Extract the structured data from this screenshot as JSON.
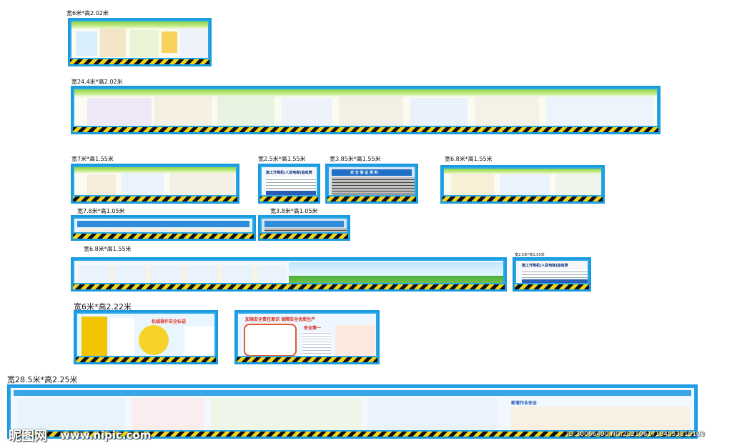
{
  "labels": {
    "b1": "宽6米*高2.02米",
    "b2": "宽24.4米*高2.02米",
    "b3": "宽7米*高1.55米",
    "b4": "宽2.5米*高1.55米",
    "b5": "宽3.85米*高1.55米",
    "b6": "宽6.8米*高1.55米",
    "b7": "宽7.8米*高1.05米",
    "b8": "宽3.8米*高1.05米",
    "b9": "宽6.8米*高1.55米",
    "b10": "宽2.5米*高1.55米",
    "b11": "宽6米*高2.22米",
    "b12": "宽28.5米*高2.25米"
  },
  "board_texts": {
    "b4_header": "施工升降机(人货电梯)验收牌",
    "b5_header": "安 全 保 证 资 料",
    "b10_header": "施工升降机(人货电梯)验收牌",
    "b11a_title": "机械操作安全标语",
    "b11b_title": "加强安全责任意识  保障安全优质生产",
    "b11b_sub": "安全第一",
    "b12_slogan": "新增作业安全"
  },
  "watermark": {
    "site_cn": "昵图网",
    "site_url": "www.nipic.com",
    "id_text": "ID:30066490 NO:20210617184553319103"
  },
  "colors": {
    "frame_blue": "#2aa9ea",
    "hazard_yellow": "#f2d21b",
    "hazard_black": "#111111",
    "accent_green": "#8bd34a"
  }
}
